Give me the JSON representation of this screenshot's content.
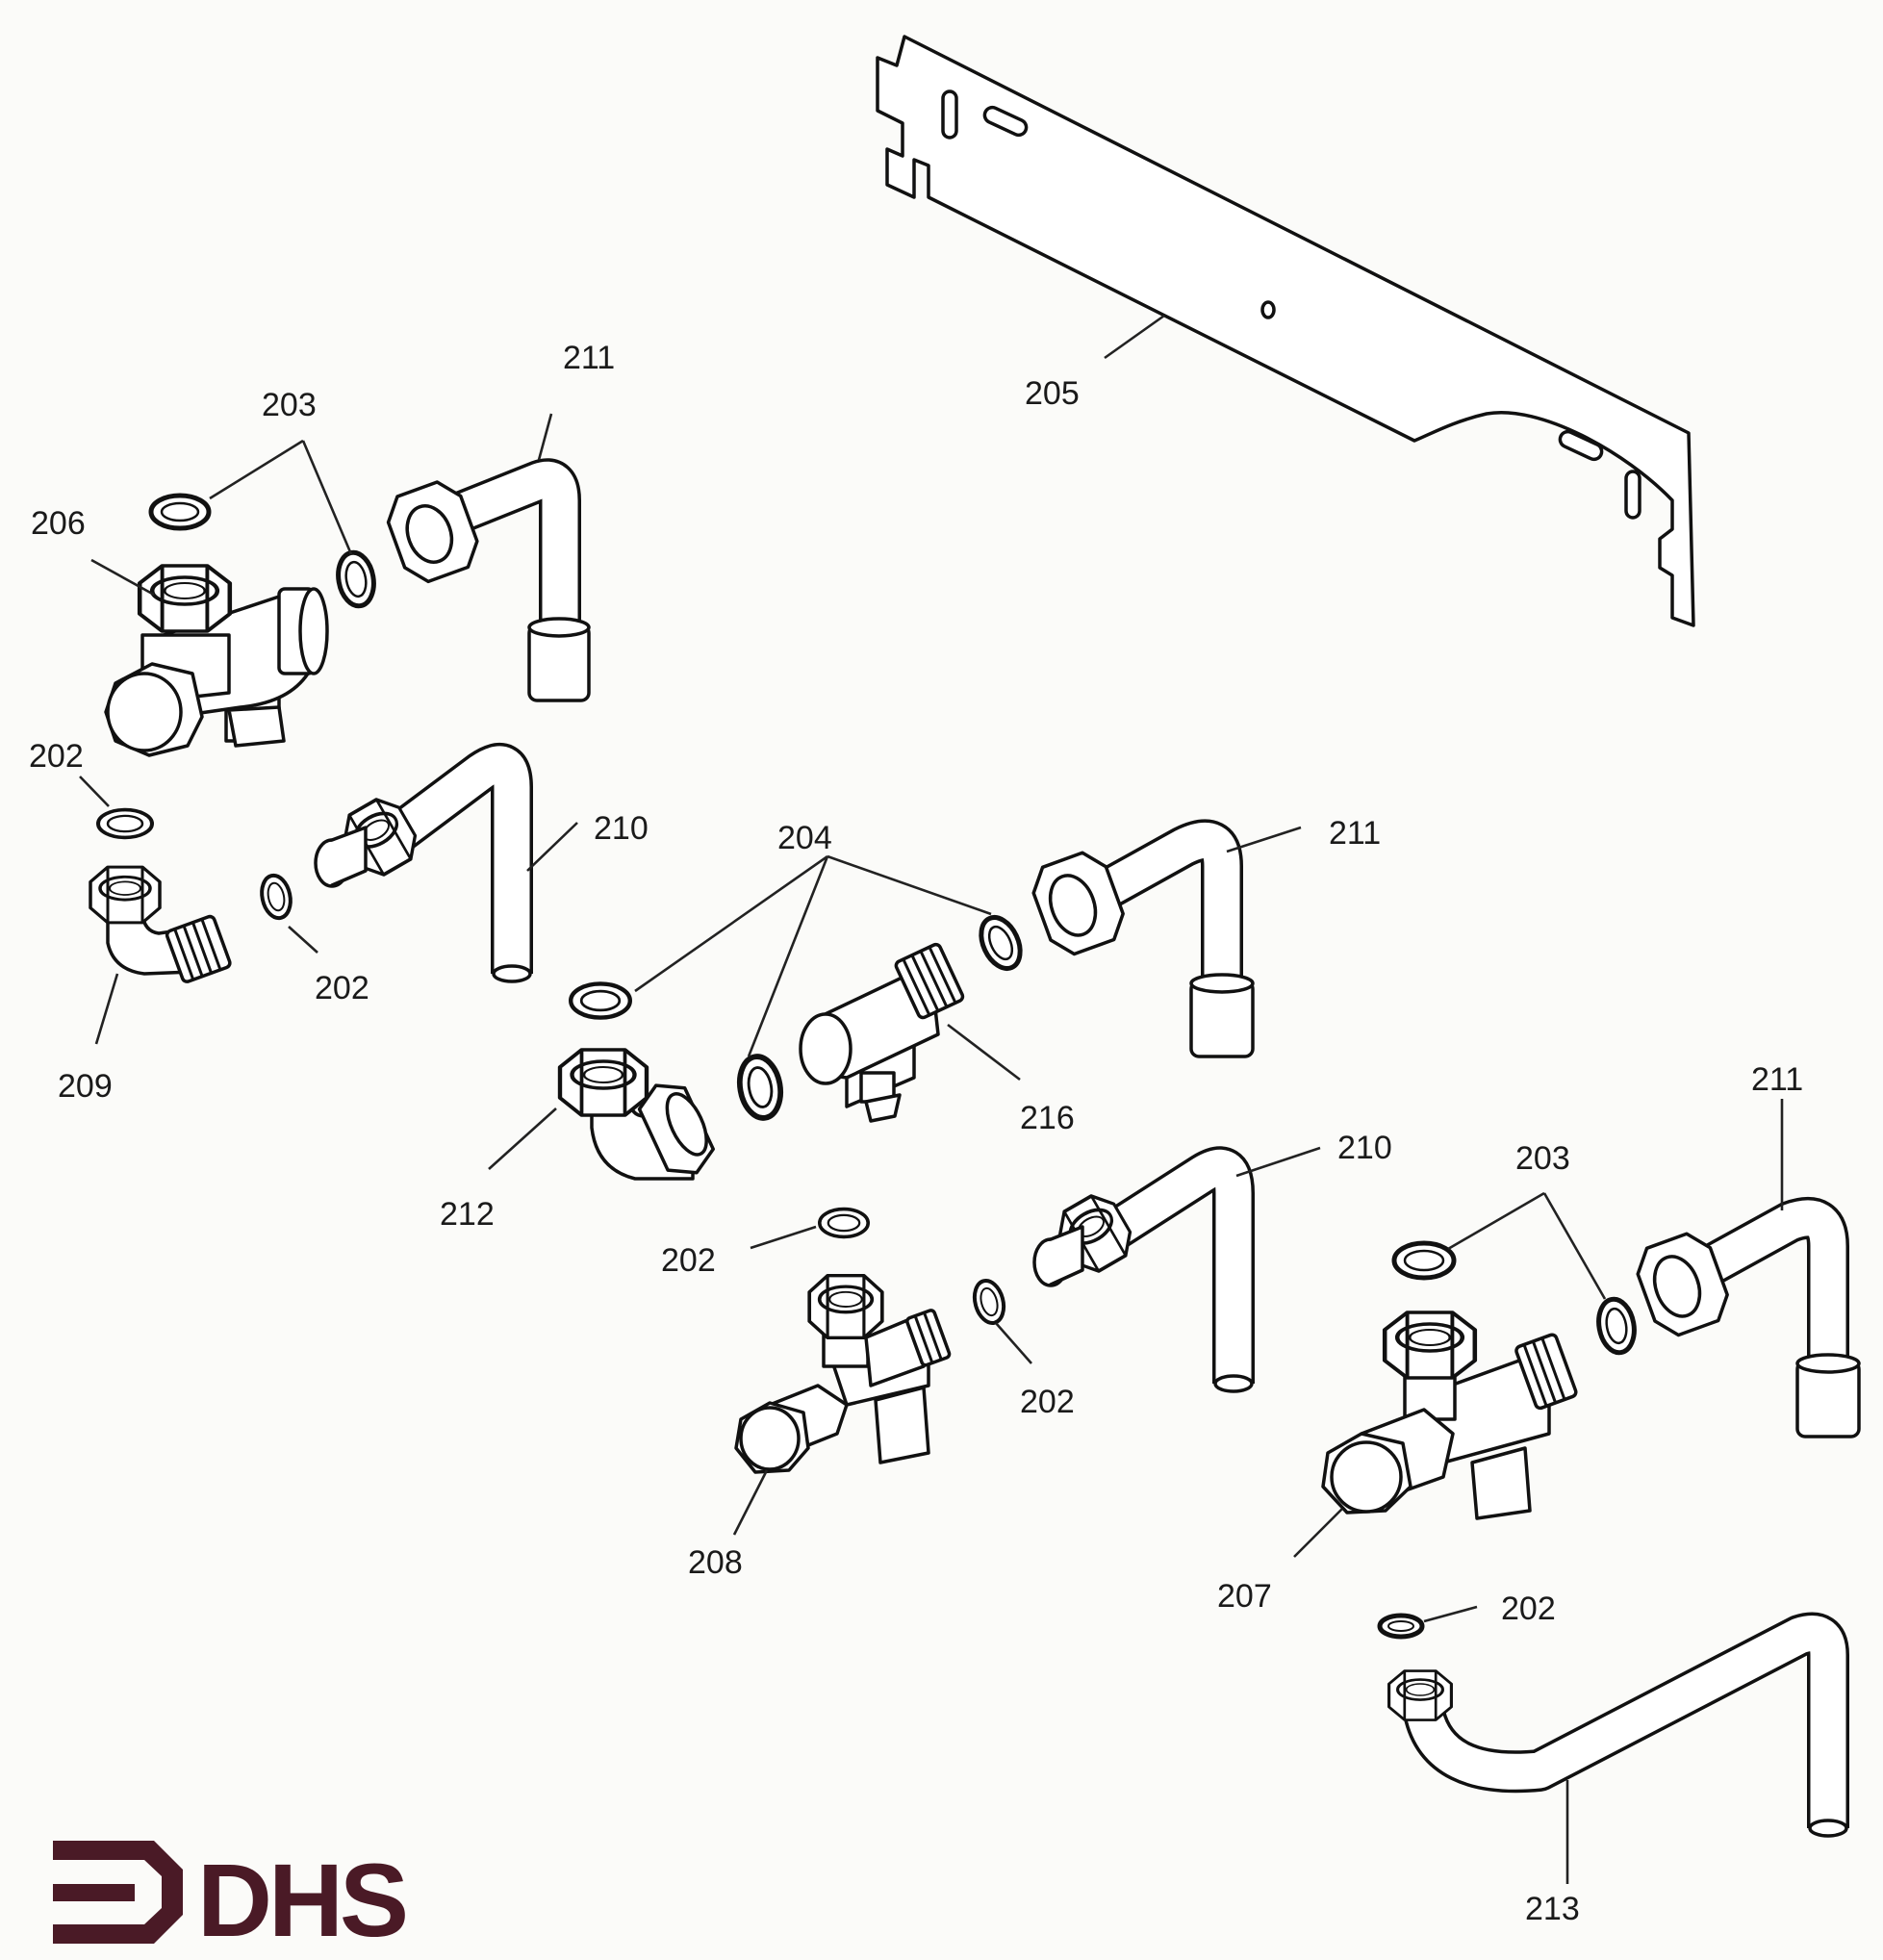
{
  "callouts": [
    {
      "id": "c205",
      "text": "205"
    },
    {
      "id": "c211a",
      "text": "211"
    },
    {
      "id": "c203a",
      "text": "203"
    },
    {
      "id": "c206",
      "text": "206"
    },
    {
      "id": "c202a",
      "text": "202"
    },
    {
      "id": "c210a",
      "text": "210"
    },
    {
      "id": "c202b",
      "text": "202"
    },
    {
      "id": "c209",
      "text": "209"
    },
    {
      "id": "c204",
      "text": "204"
    },
    {
      "id": "c211b",
      "text": "211"
    },
    {
      "id": "c216",
      "text": "216"
    },
    {
      "id": "c212",
      "text": "212"
    },
    {
      "id": "c210b",
      "text": "210"
    },
    {
      "id": "c202c",
      "text": "202"
    },
    {
      "id": "c202d",
      "text": "202"
    },
    {
      "id": "c208",
      "text": "208"
    },
    {
      "id": "c211c",
      "text": "211"
    },
    {
      "id": "c203b",
      "text": "203"
    },
    {
      "id": "c207",
      "text": "207"
    },
    {
      "id": "c202e",
      "text": "202"
    },
    {
      "id": "c213",
      "text": "213"
    }
  ],
  "logo": {
    "text": "DHS",
    "color": "#4a1a26"
  }
}
